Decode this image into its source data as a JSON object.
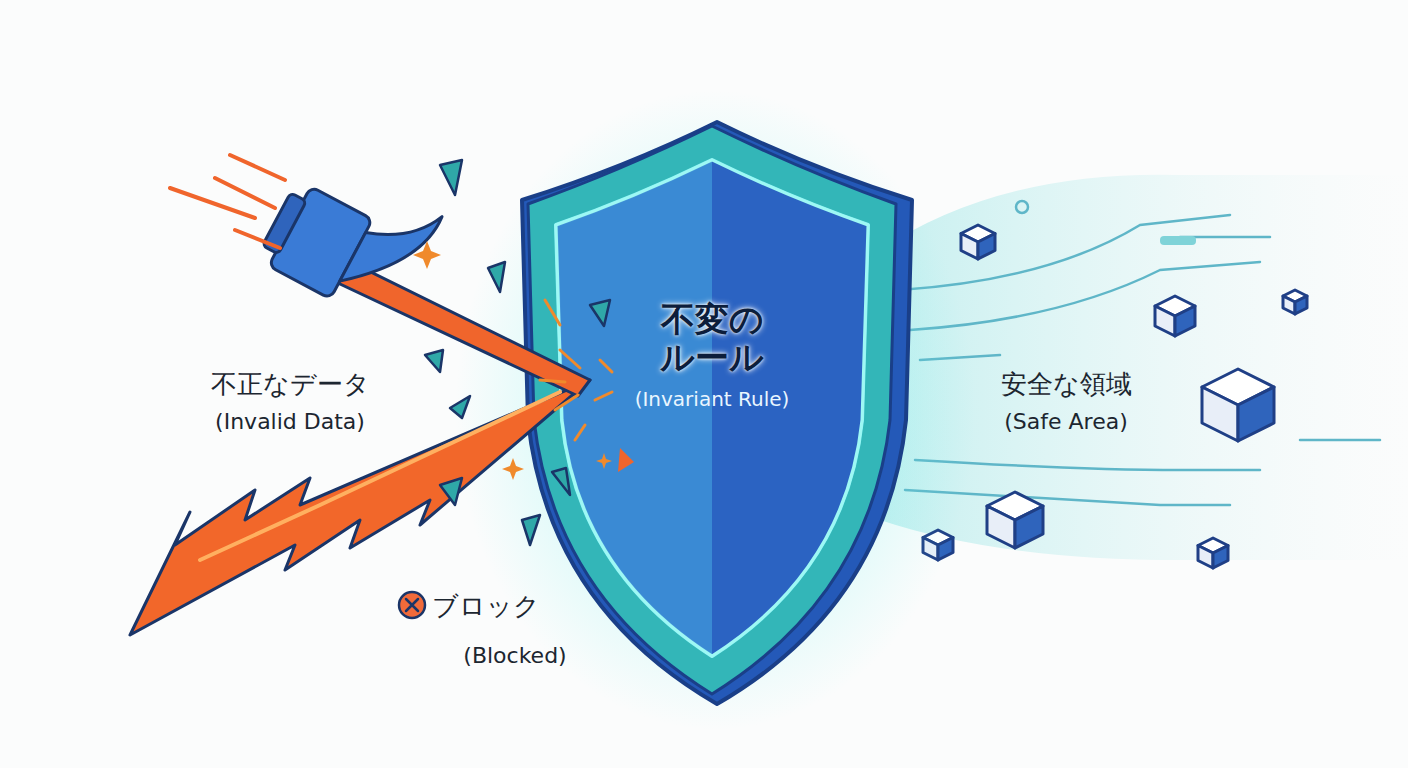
{
  "diagram": {
    "nodes": [
      {
        "text": [
          "不変の ルール",
          "(Invariant Rule)"
        ]
      }
    ],
    "labels": [
      "不正なデータ",
      "(Invalid Data)",
      "ブロック",
      "(Blocked)",
      "安全な領域",
      "(Safe Area)"
    ]
  }
}
